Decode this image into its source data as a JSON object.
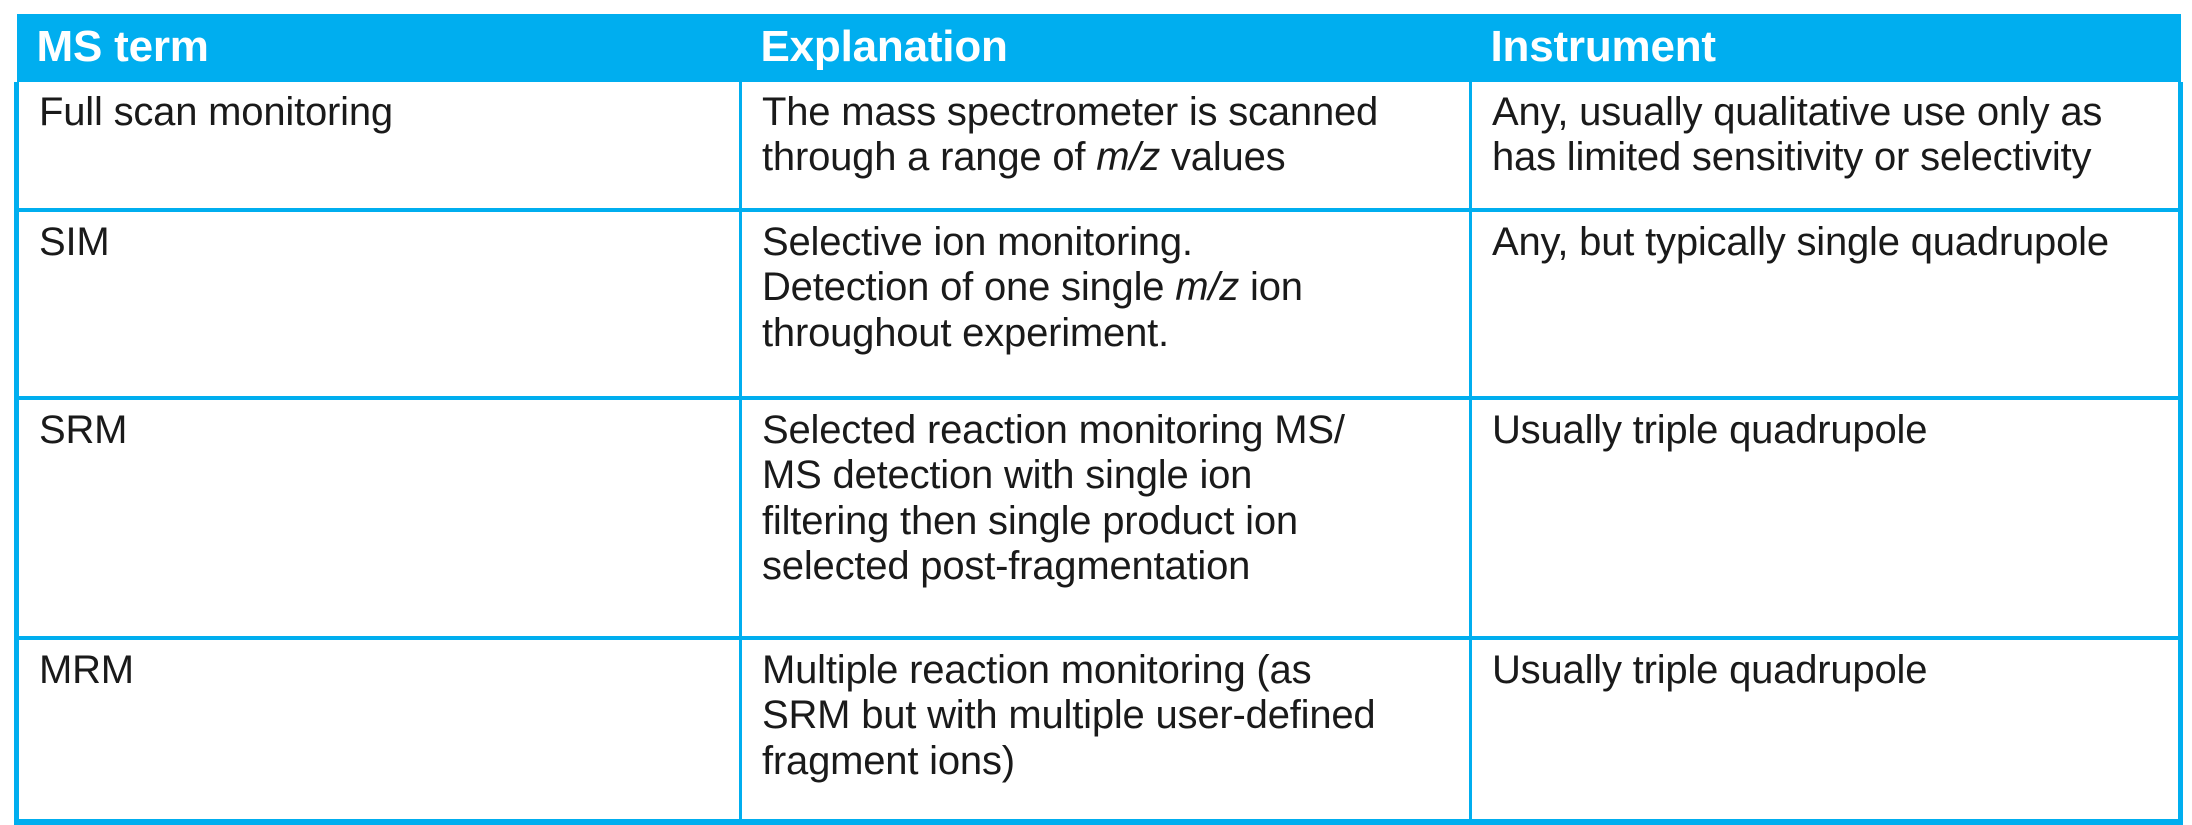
{
  "table": {
    "accent_color": "#00AEEF",
    "header_text_color": "#FFFFFF",
    "body_text_color": "#1A1A1A",
    "background_color": "#FFFFFF",
    "columns": [
      {
        "key": "term",
        "label": "MS term"
      },
      {
        "key": "explanation",
        "label": "Explanation"
      },
      {
        "key": "instrument",
        "label": "Instrument"
      }
    ],
    "rows": [
      {
        "term": "Full scan monitoring",
        "explanation_lines": [
          {
            "pre": "The mass spectrometer is scanned",
            "italic": "",
            "post": ""
          },
          {
            "pre": "through a range of ",
            "italic": "m/z",
            "post": " values"
          }
        ],
        "explanation_plain": "The mass spectrometer is scanned through a range of m/z values",
        "instrument_lines": [
          "Any, usually qualitative use only as",
          "has limited sensitivity or selectivity"
        ],
        "instrument_plain": "Any, usually qualitative use only as has limited sensitivity or selectivity"
      },
      {
        "term": "SIM",
        "explanation_lines": [
          {
            "pre": "Selective ion monitoring.",
            "italic": "",
            "post": ""
          },
          {
            "pre": "Detection of one single ",
            "italic": "m/z",
            "post": " ion"
          },
          {
            "pre": "throughout experiment.",
            "italic": "",
            "post": ""
          }
        ],
        "explanation_plain": "Selective ion monitoring. Detection of one single m/z ion throughout experiment.",
        "instrument_lines": [
          "Any, but typically single quadrupole"
        ],
        "instrument_plain": "Any, but typically single quadrupole"
      },
      {
        "term": "SRM",
        "explanation_lines": [
          {
            "pre": "Selected reaction monitoring MS/",
            "italic": "",
            "post": ""
          },
          {
            "pre": "MS detection with single ion",
            "italic": "",
            "post": ""
          },
          {
            "pre": "filtering then single product ion",
            "italic": "",
            "post": ""
          },
          {
            "pre": "selected post-fragmentation",
            "italic": "",
            "post": ""
          }
        ],
        "explanation_plain": "Selected reaction monitoring MS/MS detection with single ion filtering then single product ion selected post-fragmentation",
        "instrument_lines": [
          "Usually triple quadrupole"
        ],
        "instrument_plain": "Usually triple quadrupole"
      },
      {
        "term": "MRM",
        "explanation_lines": [
          {
            "pre": "Multiple reaction monitoring (as",
            "italic": "",
            "post": ""
          },
          {
            "pre": "SRM but with multiple user-defined",
            "italic": "",
            "post": ""
          },
          {
            "pre": "fragment ions)",
            "italic": "",
            "post": ""
          }
        ],
        "explanation_plain": "Multiple reaction monitoring (as SRM but with multiple user-defined fragment ions)",
        "instrument_lines": [
          "Usually triple quadrupole"
        ],
        "instrument_plain": "Usually triple quadrupole"
      }
    ]
  }
}
